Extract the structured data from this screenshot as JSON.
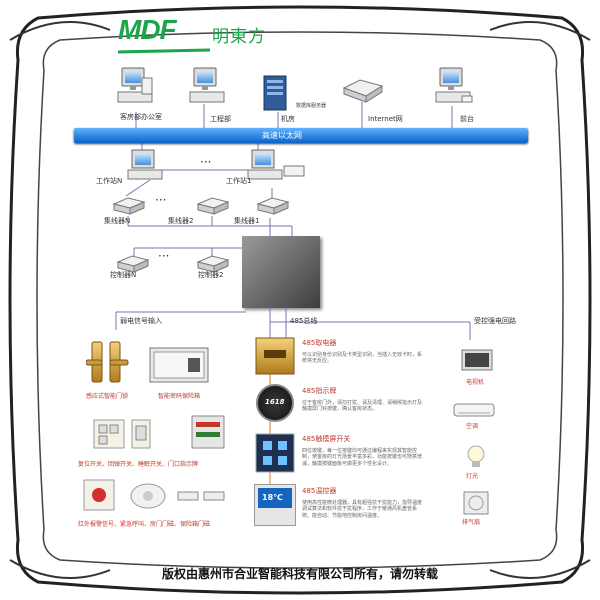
{
  "logo": {
    "brand": "MDF",
    "chinese_name": "明東方"
  },
  "network": {
    "top_nodes": [
      "客房部办公室",
      "工程部",
      "机房",
      "数据库服务器",
      "Internet网",
      "前台"
    ],
    "ethernet_label": "高速以太网",
    "workstations": [
      "工作站N",
      "工作站1"
    ],
    "hubs": [
      "集线器N",
      "集线器2",
      "集线器1"
    ],
    "controllers": [
      "控制器N",
      "控制器2"
    ],
    "ellipsis": "···"
  },
  "signals": {
    "weak": "弱电信号输入",
    "bus485": "485总线",
    "strong": "受控强电回路"
  },
  "left_devices": {
    "lock": "感应式智能门锁",
    "safe": "智能密码保险箱",
    "switches": "复位开关、回弹开关、睡眠开关、门口指示牌",
    "alarm": "红外报警信号、紧急呼叫、房门门磁、保险箱门磁"
  },
  "modules": [
    {
      "title": "485取电器",
      "desc": "可以识别身份识别及卡类型识别，当插入无效卡时，系统将无反应。"
    },
    {
      "title": "485指示牌",
      "desc": "位于客房门外，请勿打扰、请及清理、请稍候指示灯及触摸屏门铃按键，确认客房状态。",
      "badge": "1618"
    },
    {
      "title": "485触摸屏开关",
      "desc": "四位按键，每一位按键均可通过编程来实现其智能控制，使客房的灯光场景丰富多彩。功能按键也可随意增减，触摸按键面板可做更多个性化设计。"
    },
    {
      "title": "485温控器",
      "desc": "使用高性能微处理器，具有超强抗干扰能力，指导温度调试算法和软件抗干扰程序，工作于暖通风机盘管系统。能自动、节能地控制房间温度。",
      "display": "18℃"
    }
  ],
  "loads": [
    "电视机",
    "空调",
    "灯光",
    "排气扇"
  ],
  "footer": "版权由惠州市合业智能科技有限公司所有，请勿转载"
}
